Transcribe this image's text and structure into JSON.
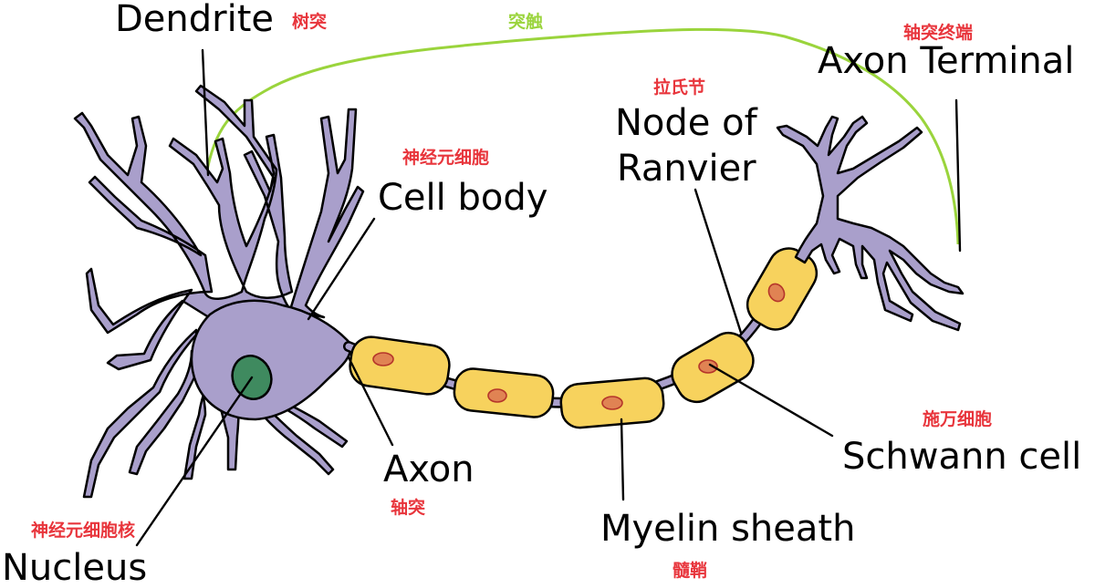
{
  "labels": {
    "dendrite": {
      "en": "Dendrite",
      "zh": "树突"
    },
    "synapse": {
      "zh": "突触"
    },
    "axon_terminal": {
      "en": "Axon Terminal",
      "zh": "轴突终端"
    },
    "node_of_ranvier": {
      "en_line1": "Node of",
      "en_line2": "Ranvier",
      "zh": "拉氏节"
    },
    "cell_body": {
      "en": "Cell body",
      "zh": "神经元细胞"
    },
    "axon": {
      "en": "Axon",
      "zh": "轴突"
    },
    "schwann_cell": {
      "en": "Schwann cell",
      "zh": "施万细胞"
    },
    "myelin_sheath": {
      "en": "Myelin sheath",
      "zh": "髓鞘"
    },
    "nucleus": {
      "en": "Nucleus",
      "zh": "神经元细胞核"
    }
  },
  "colors": {
    "cell_fill": "#a99fcb",
    "myelin_fill": "#f7d25d",
    "schwann_nucleus": "#e08353",
    "nucleus_fill": "#3f8a5f",
    "zh_text": "#e8353c",
    "synapse_green": "#9ad43c"
  }
}
